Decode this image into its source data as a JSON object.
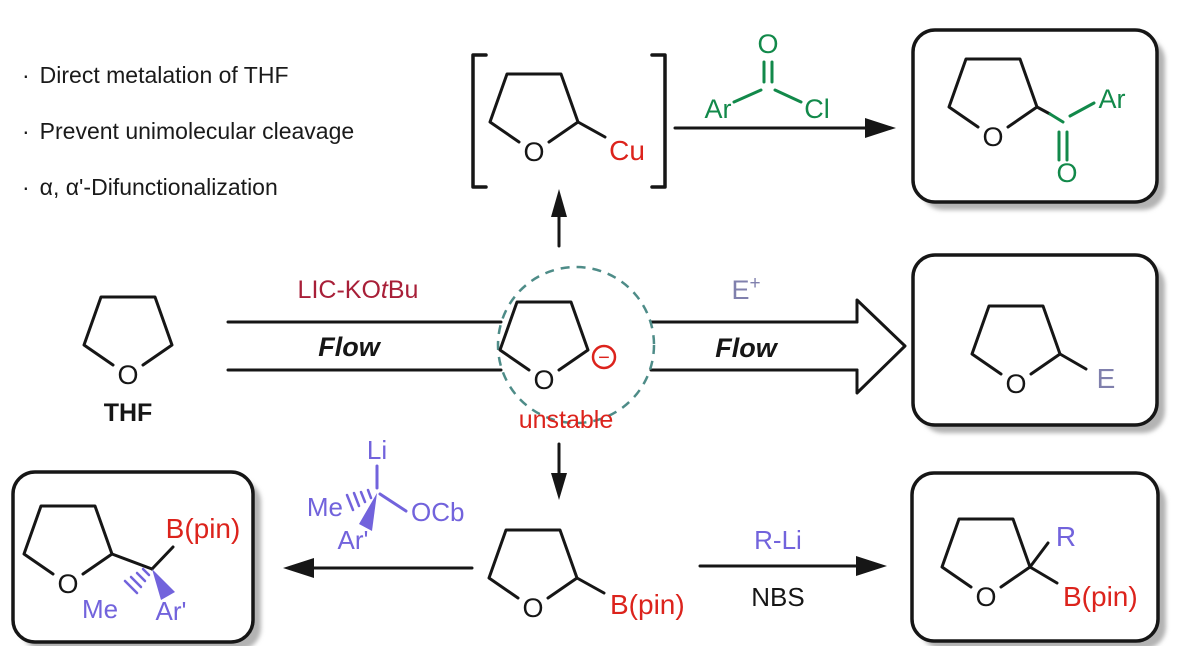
{
  "scheme": {
    "bullet_marker": "·",
    "bullets": [
      "Direct metalation of THF",
      "Prevent unimolecular cleavage",
      "α, α'-Difunctionalization"
    ]
  },
  "labels": {
    "thf_name": "THF",
    "oxygen": "O",
    "copper": "Cu",
    "minus_charge": "−",
    "unstable": "unstable",
    "base_pre": "LIC-KO",
    "base_t": "t",
    "base_post": "Bu",
    "flow": "Flow",
    "electrophile": "E",
    "electrophile_sup": "+",
    "ar": "Ar",
    "carbonyl_o": "O",
    "chlorine": "Cl",
    "r_li": "R-Li",
    "nbs": "NBS",
    "bpin": "B(pin)",
    "r_group": "R",
    "lithium": "Li",
    "methyl": "Me",
    "ar_prime": "Ar'",
    "ocb": "OCb"
  },
  "colors": {
    "bond_black": "#161616",
    "red": "#dc231c",
    "dark_red": "#a81f38",
    "green": "#12894a",
    "teal_dashed_circle": "#4e8c88",
    "purple_muted": "#8080ad",
    "purple_vivid": "#7263dc",
    "box_shadow": "#b3b3b3",
    "background": "#ffffff"
  }
}
